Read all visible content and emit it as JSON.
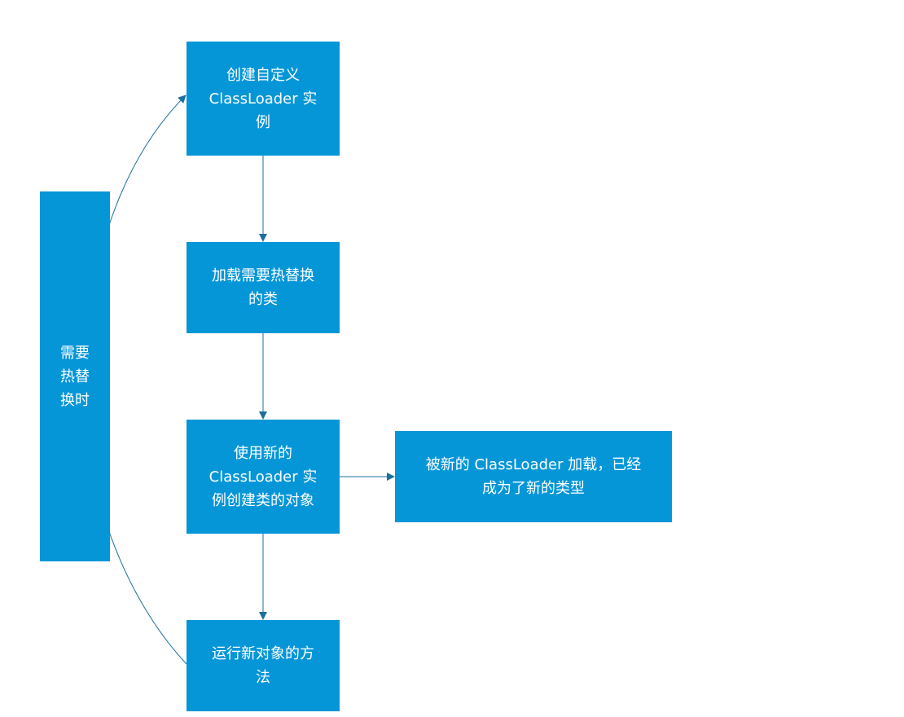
{
  "diagram": {
    "side_label": "需要\n热替\n换时",
    "steps": [
      {
        "id": "create",
        "text": "创建自定义\nClassLoader 实\n例"
      },
      {
        "id": "load",
        "text": "加载需要热替换\n的类"
      },
      {
        "id": "use",
        "text": "使用新的\nClassLoader 实\n例创建类的对象"
      },
      {
        "id": "run",
        "text": "运行新对象的方\n法"
      }
    ],
    "note": "被新的 ClassLoader 加载，已经\n成为了新的类型"
  },
  "colors": {
    "box_fill": "#0596d8",
    "box_text": "#ffffff",
    "connector": "#1b6fa0"
  }
}
